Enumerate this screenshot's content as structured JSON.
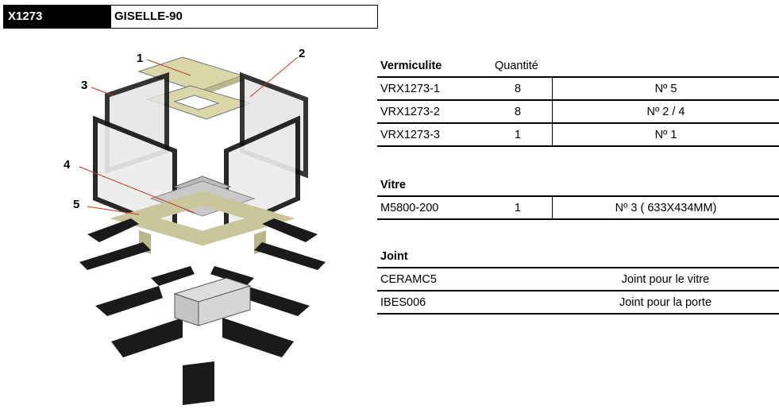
{
  "header": {
    "code": "X1273",
    "name": "GISELLE-90"
  },
  "callouts": [
    "1",
    "2",
    "3",
    "4",
    "5"
  ],
  "vermiculite": {
    "title": "Vermiculite",
    "qty_label": "Quantité",
    "rows": [
      {
        "ref": "VRX1273-1",
        "qty": "8",
        "desc": "Nº 5"
      },
      {
        "ref": "VRX1273-2",
        "qty": "8",
        "desc": "Nº 2 / 4"
      },
      {
        "ref": "VRX1273-3",
        "qty": "1",
        "desc": "Nº 1"
      }
    ]
  },
  "vitre": {
    "title": "Vitre",
    "rows": [
      {
        "ref": "M5800-200",
        "qty": "1",
        "desc": "Nº 3 ( 633X434MM)"
      }
    ]
  },
  "joint": {
    "title": "Joint",
    "rows": [
      {
        "ref": "CERAMC5",
        "desc": "Joint pour le vitre"
      },
      {
        "ref": "IBES006",
        "desc": "Joint pour la porte"
      }
    ]
  }
}
